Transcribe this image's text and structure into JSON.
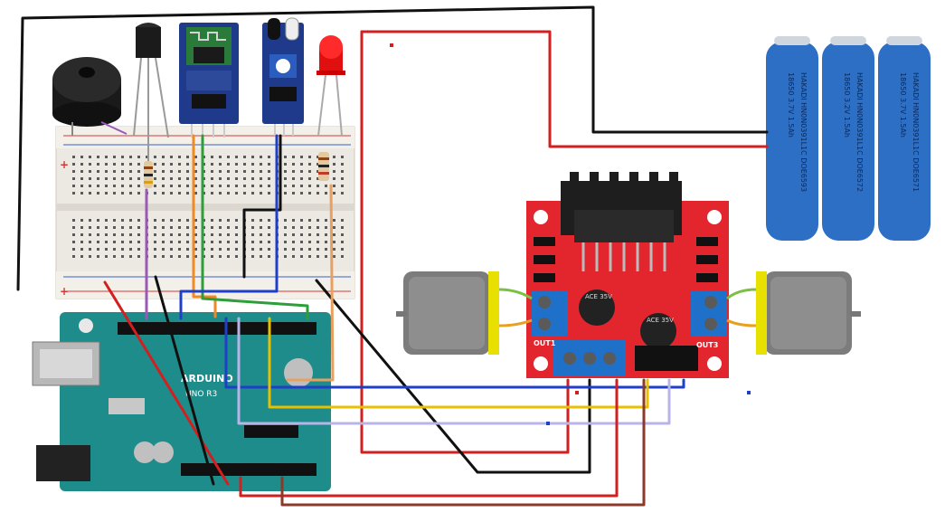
{
  "breadboard": {
    "plus_sign": "+"
  },
  "arduino": {
    "brand": "ARDUINO",
    "model": "UNO R3"
  },
  "motor_driver": {
    "out_left": "OUT1",
    "out_right": "OUT3",
    "capacitor_a": "ACE 35V",
    "capacitor_b": "ACE 35V"
  },
  "batteries": [
    {
      "line1": "18650 3.7V 1.5Ah",
      "line2": "HAKADI HN0N0391L1C DOE6593"
    },
    {
      "line1": "18650 3.2V 1.5Ah",
      "line2": "HAKADI HN0N0391L1C DOE6572"
    },
    {
      "line1": "18650 3.7V 1.5Ah",
      "line2": "HAKADI HN0N0391L1C DOE6571"
    }
  ],
  "colors": {
    "breadboard": "#ece8e2",
    "arduino": "#1e8c8a",
    "driver": "#e3262e",
    "battery": "#2d6fc4",
    "motor": "#8a8a8a"
  },
  "icons": [
    "buzzer-icon",
    "transistor-icon",
    "bluetooth-module-icon",
    "ir-sensor-icon",
    "led-icon",
    "motor-icon",
    "battery-icon"
  ]
}
